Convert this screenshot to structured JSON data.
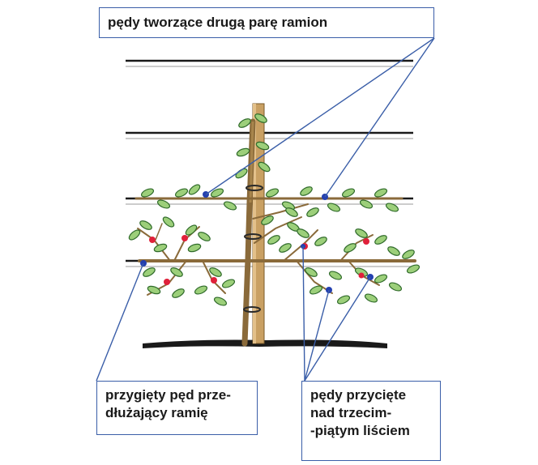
{
  "callouts": {
    "top": "pędy tworzące drugą parę ramion",
    "left": "przygięty pęd prze-\ndłużający ramię",
    "right": "pędy przycięte\nnad trzecim-\n-piątym liściem"
  },
  "colors": {
    "callout_border": "#3a5ea8",
    "leader_line": "#3a5ea8",
    "wire": "#1a1a1a",
    "post": "#c9a063",
    "branch": "#8a6a3a",
    "leaf_fill": "#9ccf7a",
    "leaf_stroke": "#2f6a2a",
    "bud_red": "#e0203a",
    "bud_blue": "#2440b0",
    "ground": "#1a1a1a"
  },
  "icons": {
    "leaf": "leaf-icon",
    "red_bud": "red-bud-icon",
    "blue_bud": "blue-bud-icon"
  }
}
